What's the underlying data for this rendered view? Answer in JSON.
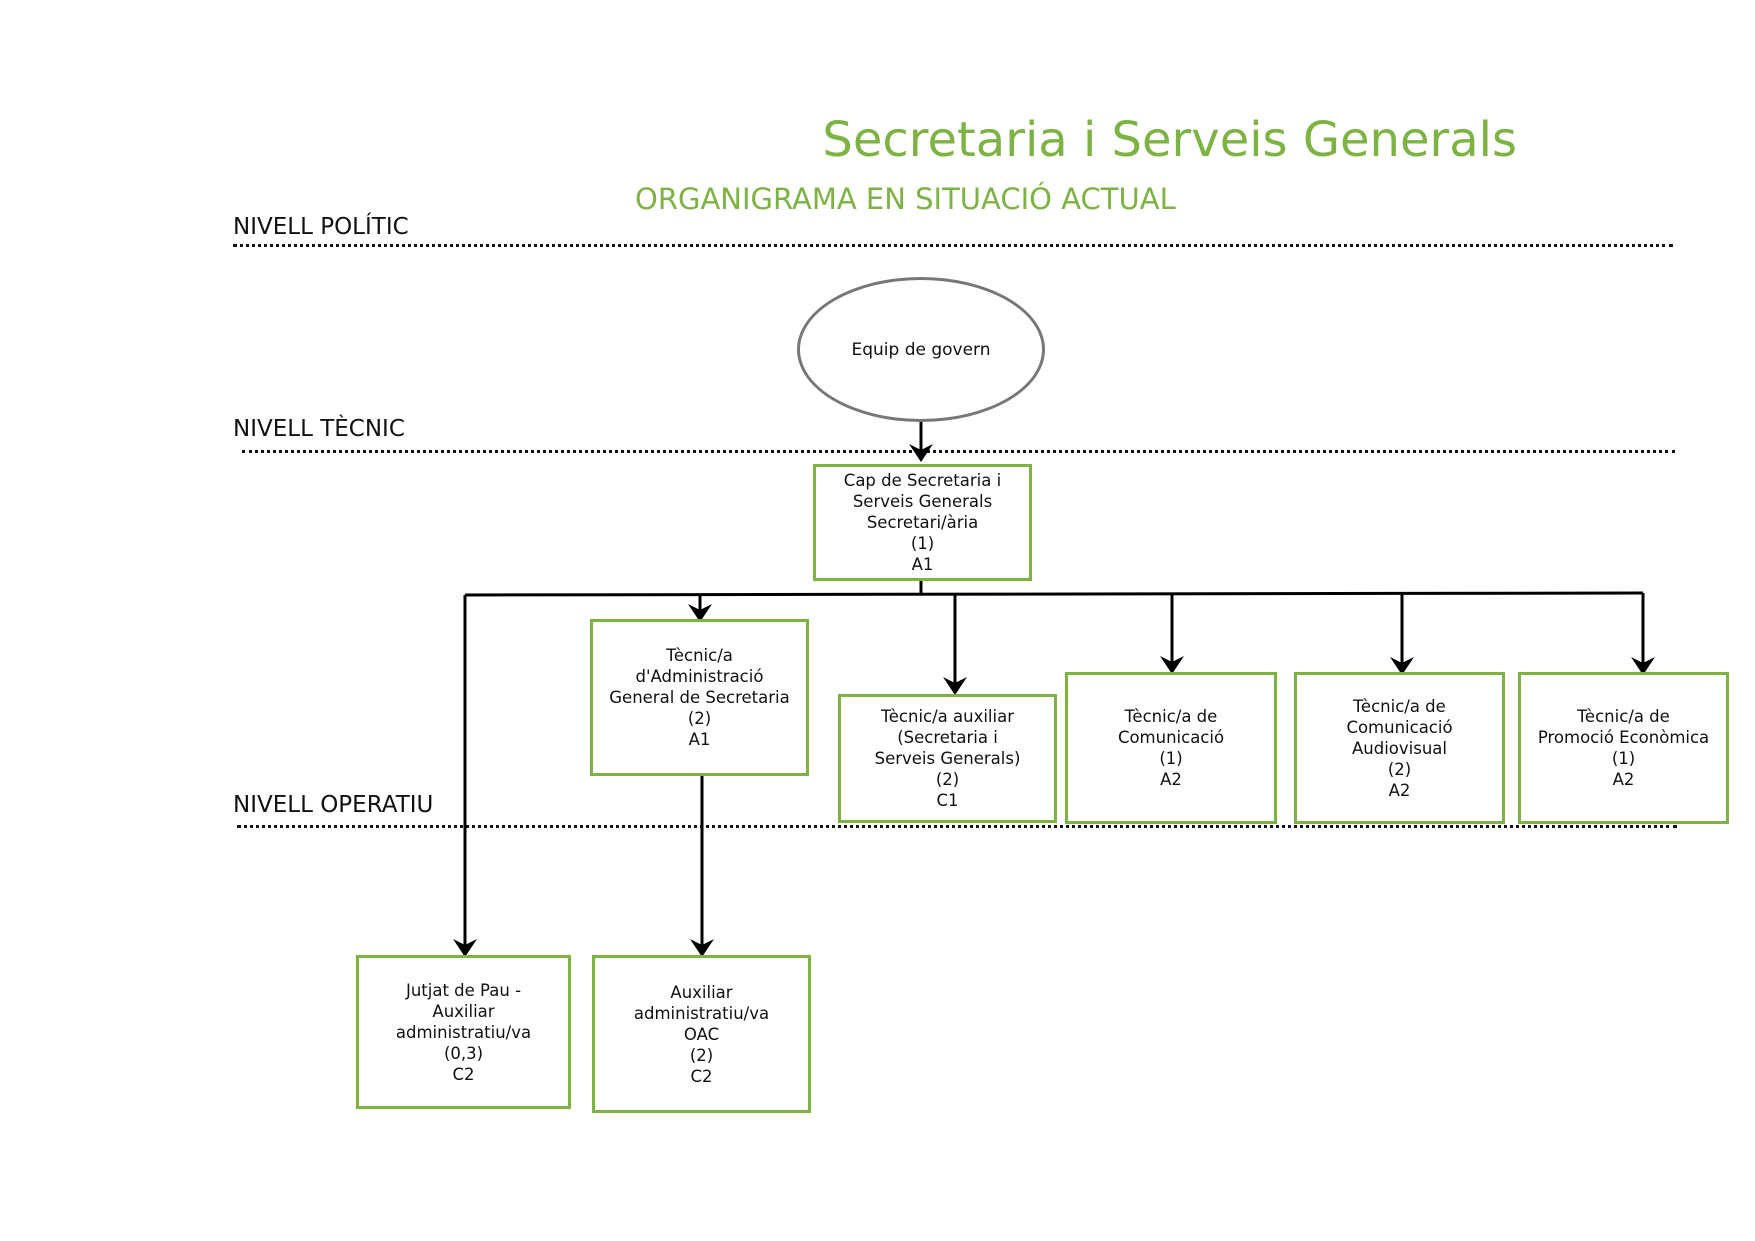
{
  "title": "Secretaria i Serveis Generals",
  "subtitle": "ORGANIGRAMA EN SITUACIÓ ACTUAL",
  "levels": {
    "politic": "NIVELL POLÍTIC",
    "tecnic": "NIVELL TÈCNIC",
    "operatiu": "NIVELL OPERATIU"
  },
  "nodes": {
    "govern": {
      "label": "Equip de govern"
    },
    "cap": {
      "lines": [
        "Cap de Secretaria i",
        "Serveis Generals",
        "Secretari/ària",
        "(1)",
        "A1"
      ]
    },
    "tecnic_admin": {
      "lines": [
        "Tècnic/a",
        "d'Administració",
        "General de Secretaria",
        "(2)",
        "A1"
      ]
    },
    "tecnic_aux": {
      "lines": [
        "Tècnic/a auxiliar",
        "(Secretaria i",
        "Serveis Generals)",
        "(2)",
        "C1"
      ]
    },
    "tecnic_com": {
      "lines": [
        "Tècnic/a de",
        "Comunicació",
        "(1)",
        "A2"
      ]
    },
    "tecnic_audio": {
      "lines": [
        "Tècnic/a de",
        "Comunicació",
        "Audiovisual",
        "(2)",
        "A2"
      ]
    },
    "tecnic_promo": {
      "lines": [
        "Tècnic/a de",
        "Promoció Econòmica",
        "(1)",
        "A2"
      ]
    },
    "jutjat": {
      "lines": [
        "Jutjat de Pau -",
        "Auxiliar",
        "administratiu/va",
        "(0,3)",
        "C2"
      ]
    },
    "auxiliar_oac": {
      "lines": [
        "Auxiliar",
        "administratiu/va",
        "OAC",
        "(2)",
        "C2"
      ]
    }
  },
  "colors": {
    "accent": "#7cb342",
    "ellipse_border": "#777777",
    "line": "#000000"
  }
}
